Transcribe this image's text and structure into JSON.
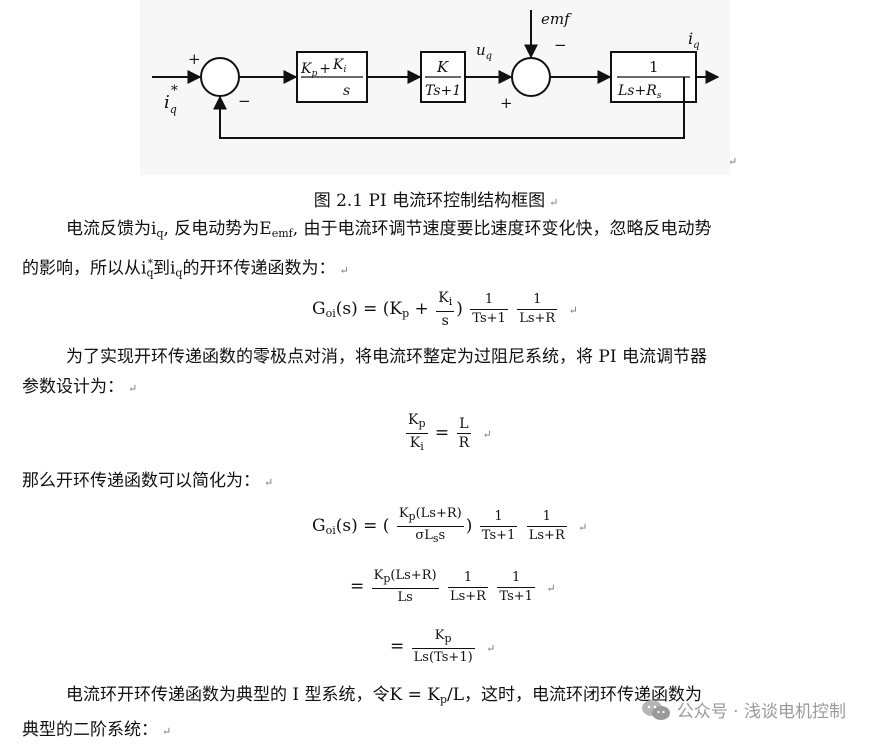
{
  "diagram": {
    "input": "i",
    "input_sub": "q",
    "input_sup": "*",
    "plus1": "+",
    "minus1": "−",
    "pi_block_kp": "K",
    "pi_block_kp_sub": "p",
    "pi_block_plus": "+",
    "pi_block_ki": "K",
    "pi_block_ki_sub": "i",
    "pi_block_s": "s",
    "k_block_num": "K",
    "k_block_den": "Ts+1",
    "uq": "u",
    "uq_sub": "q",
    "emf": "emf",
    "minus2": "−",
    "plus2": "+",
    "plant_num": "1",
    "plant_den": "Ls+R",
    "plant_den_sub": "s",
    "output": "i",
    "output_sub": "q"
  },
  "caption": "图 2.1 PI 电流环控制结构框图",
  "para1_a": "电流反馈为",
  "para1_iq": "i",
  "para1_iq_sub": "q",
  "para1_b": ", 反电动势为",
  "para1_e": "E",
  "para1_e_sub": "emf",
  "para1_c": ", 由于电流环调节速度要比速度环变化快，忽略反电动势",
  "para1_d": "的影响，所以从",
  "para1_d_iq": "i",
  "para1_d_iq_sub": "q",
  "para1_d_iq_sup": "*",
  "para1_e2": "到",
  "para1_f": "的开环传递函数为：",
  "eq1": {
    "lhs": "G",
    "lhs_sub": "oi",
    "lhs_rest": "(s) = (K",
    "kp_sub": "p",
    "plus": " + ",
    "f1_num": "K",
    "f1_num_sub": "i",
    "f1_den": "s",
    "close": ")",
    "f2_num": "1",
    "f2_den": "Ts+1",
    "f3_num": "1",
    "f3_den": "Ls+R"
  },
  "para2_a": "为了实现开环传递函数的零极点对消，将电流环整定为过阻尼系统，将 PI 电流调节器",
  "para2_b": "参数设计为：",
  "eq2": {
    "l_num": "K",
    "l_num_sub": "p",
    "l_den": "K",
    "l_den_sub": "i",
    "eq": " = ",
    "r_num": "L",
    "r_den": "R"
  },
  "para3": "那么开环传递函数可以简化为：",
  "eq3": {
    "lhs": "G",
    "lhs_sub": "oi",
    "lhs_rest": "(s) = (",
    "f1_num_a": "K",
    "f1_num_sub": "p",
    "f1_num_b": "(Ls+R)",
    "f1_den_a": "σL",
    "f1_den_sub": "s",
    "f1_den_b": "s",
    "close": ")",
    "f2_num": "1",
    "f2_den": "Ts+1",
    "f3_num": "1",
    "f3_den": "Ls+R"
  },
  "eq4": {
    "eq": "= ",
    "f1_num_a": "K",
    "f1_num_sub": "p",
    "f1_num_b": "(Ls+R)",
    "f1_den": "Ls",
    "f2_num": "1",
    "f2_den": "Ls+R",
    "f3_num": "1",
    "f3_den": "Ts+1"
  },
  "eq5": {
    "eq": "= ",
    "num_a": "K",
    "num_sub": "p",
    "den": "Ls(Ts+1)"
  },
  "para4_a": "电流环开环传递函数为典型的 I 型系统，令K = K",
  "para4_sub": "p",
  "para4_b": "/L，这时，电流环闭环传递函数为",
  "para4_c": "典型的二阶系统：",
  "return_mark": "↵",
  "watermark": "公众号 · 浅谈电机控制"
}
